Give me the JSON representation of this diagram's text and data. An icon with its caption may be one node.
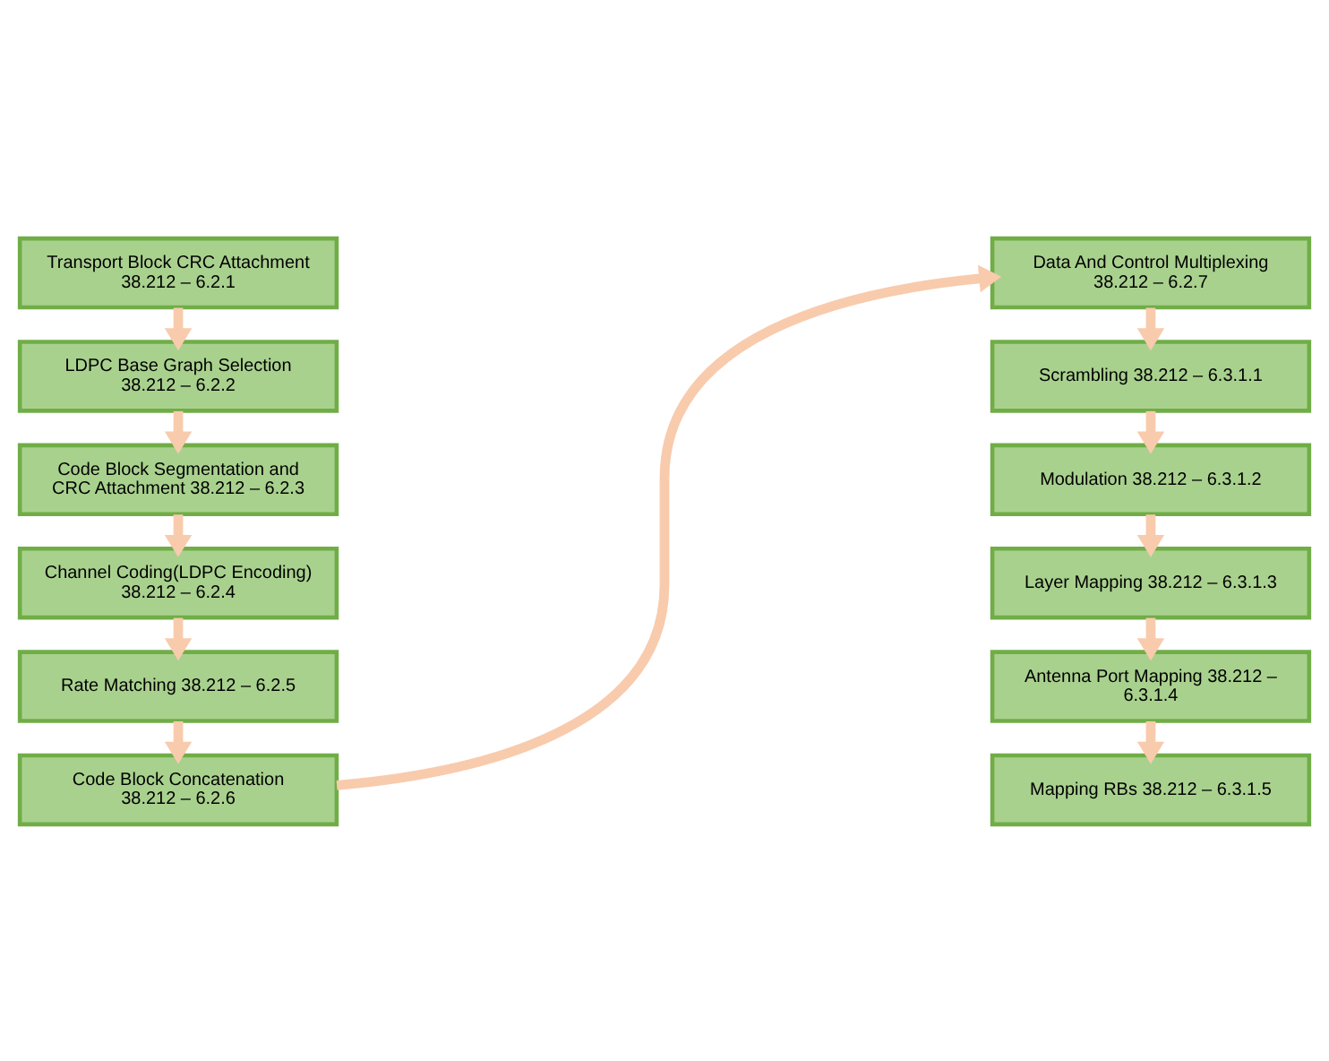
{
  "diagram": {
    "nodes": [
      {
        "text": [
          "Transport Block CRC Attachment 38.212 – 6.2.1"
        ]
      },
      {
        "text": [
          "LDPC Base Graph Selection 38.212 – 6.2.2"
        ]
      },
      {
        "text": [
          "Code Block Segmentation and CRC Attachment 38.212 – 6.2.3"
        ]
      },
      {
        "text": [
          "Channel Coding(LDPC Encoding) 38.212 – 6.2.4"
        ]
      },
      {
        "text": [
          "Rate Matching 38.212 – 6.2.5"
        ]
      },
      {
        "text": [
          "Code Block Concatenation 38.212 – 6.2.6"
        ]
      },
      {
        "text": [
          "Data And Control Multiplexing 38.212 – 6.2.7"
        ]
      },
      {
        "text": [
          "Scrambling 38.212 – 6.3.1.1"
        ]
      },
      {
        "text": [
          "Modulation 38.212 – 6.3.1.2"
        ]
      },
      {
        "text": [
          "Layer Mapping 38.212 – 6.3.1.3"
        ]
      },
      {
        "text": [
          "Antenna Port Mapping 38.212 – 6.3.1.4"
        ]
      },
      {
        "text": [
          "Mapping RBs 38.212 – 6.3.1.5"
        ]
      }
    ],
    "edges": [
      {
        "from": 0,
        "to": 1,
        "arrow": "to"
      },
      {
        "from": 1,
        "to": 2,
        "arrow": "to"
      },
      {
        "from": 2,
        "to": 3,
        "arrow": "to"
      },
      {
        "from": 3,
        "to": 4,
        "arrow": "to"
      },
      {
        "from": 4,
        "to": 5,
        "arrow": "to"
      },
      {
        "from": 5,
        "to": 6,
        "arrow": "to"
      },
      {
        "from": 6,
        "to": 7,
        "arrow": "to"
      },
      {
        "from": 7,
        "to": 8,
        "arrow": "to"
      },
      {
        "from": 8,
        "to": 9,
        "arrow": "to"
      },
      {
        "from": 9,
        "to": 10,
        "arrow": "to"
      },
      {
        "from": 10,
        "to": 11,
        "arrow": "to"
      }
    ]
  }
}
